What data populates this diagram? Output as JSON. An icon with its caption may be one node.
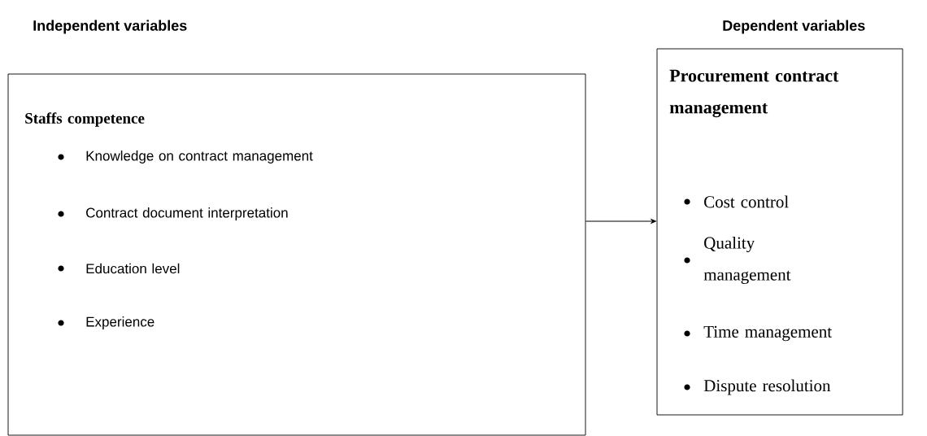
{
  "diagram": {
    "nodes": [
      {
        "text": [
          "Staffs competence",
          "Knowledge on contract management",
          "Contract document interpretation",
          "Education level",
          "Experience"
        ]
      },
      {
        "text": [
          "Procurement contract management",
          "Cost control",
          "Quality management",
          "Time management",
          "Dispute resolution"
        ]
      }
    ],
    "edges": [
      {
        "from": 0,
        "to": 1,
        "arrow": "to"
      }
    ],
    "labels": [
      "Independent variables",
      "Dependent variables"
    ]
  }
}
